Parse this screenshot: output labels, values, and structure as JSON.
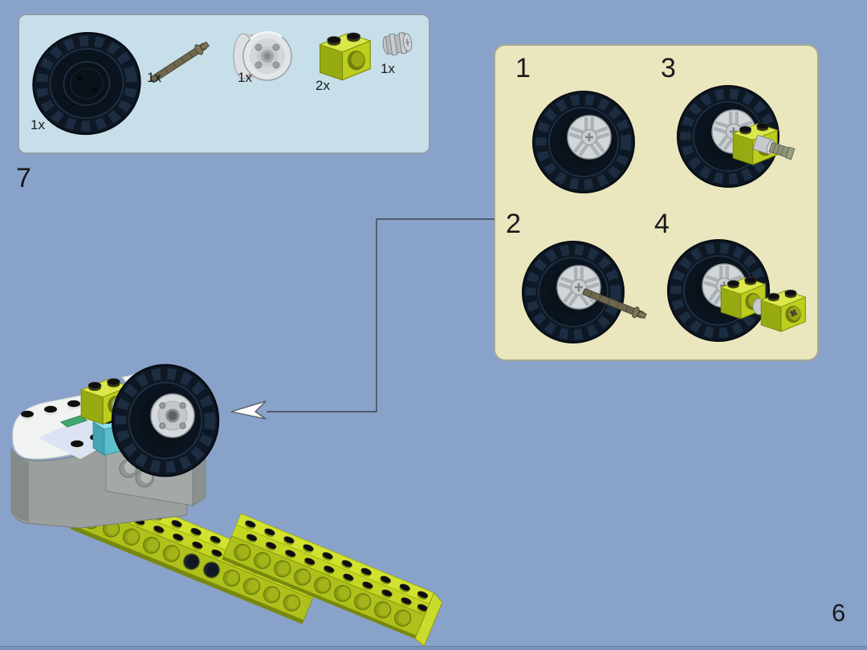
{
  "page": {
    "step_number": "7",
    "page_number": "6"
  },
  "parts_panel": {
    "items": [
      {
        "icon": "tire-part-icon",
        "qty": "1x"
      },
      {
        "icon": "axle-part-icon",
        "qty": "1x"
      },
      {
        "icon": "wheel-hub-part-icon",
        "qty": "1x"
      },
      {
        "icon": "lime-technic-brick-part-icon",
        "qty": "2x"
      },
      {
        "icon": "axle-connector-part-icon",
        "qty": "1x"
      }
    ]
  },
  "assembly_panel": {
    "steps": [
      {
        "label": "1",
        "illustration": "tire-with-silver-hub"
      },
      {
        "label": "2",
        "illustration": "tire-with-hub-and-axle"
      },
      {
        "label": "3",
        "illustration": "tire-with-lime-brick-and-axle-connector"
      },
      {
        "label": "4",
        "illustration": "tire-with-two-lime-bricks"
      }
    ]
  },
  "colors": {
    "background": "#89a2ca",
    "parts_panel_bg": "#c7dfe9",
    "assembly_panel_bg": "#eae6be",
    "lime_brick": "#bdce1d",
    "teal_brick": "#55b9c8",
    "tire_black": "#0e1824",
    "silver": "#d2d6d9",
    "dark_tan_axle": "#6f684e",
    "hub_button_green": "#3fa871",
    "arrow_fill": "#ffffff",
    "text": "#1a1a1a"
  }
}
